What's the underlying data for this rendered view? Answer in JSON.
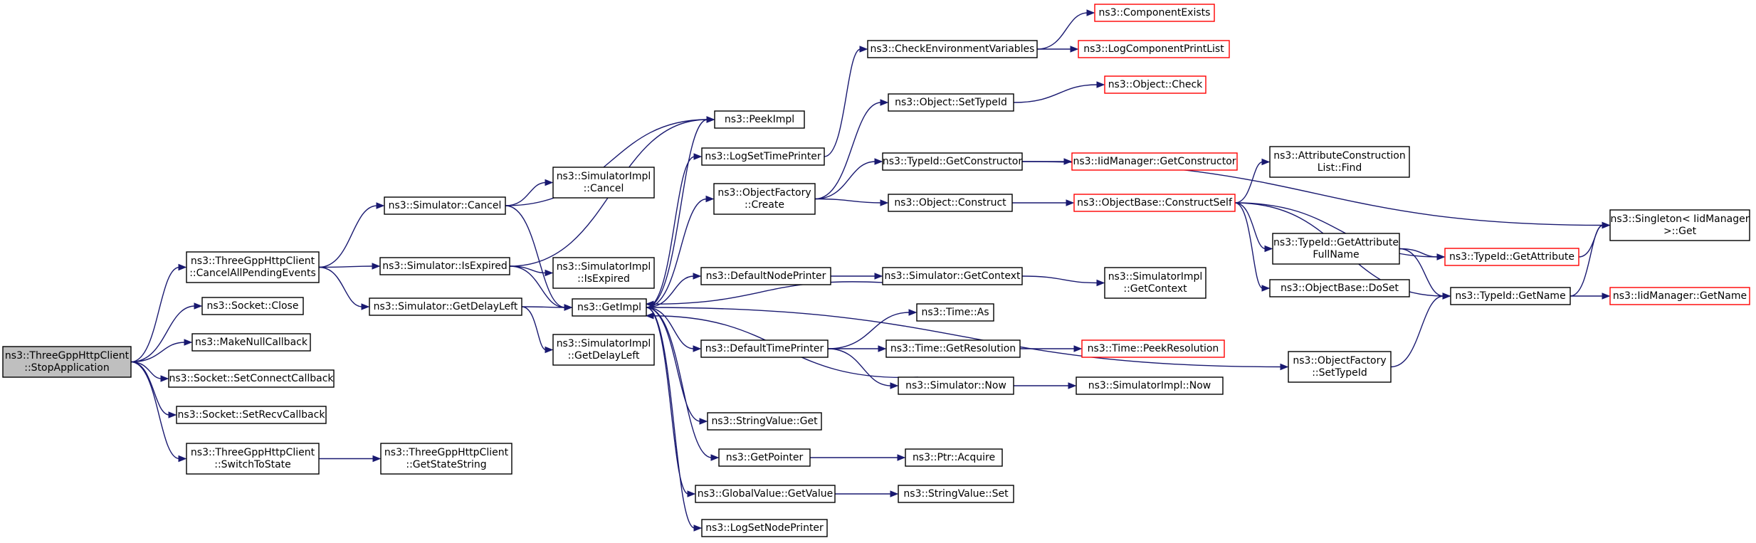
{
  "diagram": {
    "title": "",
    "colors": {
      "edge": "#191970",
      "node_border": "#000000",
      "external_node_border": "#ff0000",
      "root_fill": "#bfbfbf",
      "node_fill": "#ffffff"
    },
    "nodes": [
      {
        "id": "root",
        "lines": [
          "ns3::ThreeGppHttpClient",
          "::StopApplication"
        ],
        "style": "root"
      },
      {
        "id": "cancelAll",
        "lines": [
          "ns3::ThreeGppHttpClient",
          "::CancelAllPendingEvents"
        ],
        "style": "normal"
      },
      {
        "id": "sockClose",
        "lines": [
          "ns3::Socket::Close"
        ],
        "style": "normal"
      },
      {
        "id": "makeNull",
        "lines": [
          "ns3::MakeNullCallback"
        ],
        "style": "normal"
      },
      {
        "id": "setConnect",
        "lines": [
          "ns3::Socket::SetConnectCallback"
        ],
        "style": "normal"
      },
      {
        "id": "setRecv",
        "lines": [
          "ns3::Socket::SetRecvCallback"
        ],
        "style": "normal"
      },
      {
        "id": "switchState",
        "lines": [
          "ns3::ThreeGppHttpClient",
          "::SwitchToState"
        ],
        "style": "normal"
      },
      {
        "id": "simCancel",
        "lines": [
          "ns3::Simulator::Cancel"
        ],
        "style": "normal"
      },
      {
        "id": "simIsExpired",
        "lines": [
          "ns3::Simulator::IsExpired"
        ],
        "style": "normal"
      },
      {
        "id": "simGetDelay",
        "lines": [
          "ns3::Simulator::GetDelayLeft"
        ],
        "style": "normal"
      },
      {
        "id": "getStateString",
        "lines": [
          "ns3::ThreeGppHttpClient",
          "::GetStateString"
        ],
        "style": "normal"
      },
      {
        "id": "implCancel",
        "lines": [
          "ns3::SimulatorImpl",
          "::Cancel"
        ],
        "style": "normal"
      },
      {
        "id": "implIsExpired",
        "lines": [
          "ns3::SimulatorImpl",
          "::IsExpired"
        ],
        "style": "normal"
      },
      {
        "id": "implGetDelay",
        "lines": [
          "ns3::SimulatorImpl",
          "::GetDelayLeft"
        ],
        "style": "normal"
      },
      {
        "id": "getImpl",
        "lines": [
          "ns3::GetImpl"
        ],
        "style": "normal"
      },
      {
        "id": "peekImpl",
        "lines": [
          "ns3::PeekImpl"
        ],
        "style": "normal"
      },
      {
        "id": "logSetTime",
        "lines": [
          "ns3::LogSetTimePrinter"
        ],
        "style": "normal"
      },
      {
        "id": "objFactCreate",
        "lines": [
          "ns3::ObjectFactory",
          "::Create"
        ],
        "style": "normal"
      },
      {
        "id": "defNodePrinter",
        "lines": [
          "ns3::DefaultNodePrinter"
        ],
        "style": "normal"
      },
      {
        "id": "defTimePrinter",
        "lines": [
          "ns3::DefaultTimePrinter"
        ],
        "style": "normal"
      },
      {
        "id": "strValGet",
        "lines": [
          "ns3::StringValue::Get"
        ],
        "style": "normal"
      },
      {
        "id": "getPointer",
        "lines": [
          "ns3::GetPointer"
        ],
        "style": "normal"
      },
      {
        "id": "globalGetValue",
        "lines": [
          "ns3::GlobalValue::GetValue"
        ],
        "style": "normal"
      },
      {
        "id": "logSetNode",
        "lines": [
          "ns3::LogSetNodePrinter"
        ],
        "style": "normal"
      },
      {
        "id": "checkEnv",
        "lines": [
          "ns3::CheckEnvironmentVariables"
        ],
        "style": "normal"
      },
      {
        "id": "objSetTypeId",
        "lines": [
          "ns3::Object::SetTypeId"
        ],
        "style": "normal"
      },
      {
        "id": "typeIdGetCtor",
        "lines": [
          "ns3::TypeId::GetConstructor"
        ],
        "style": "normal"
      },
      {
        "id": "objConstruct",
        "lines": [
          "ns3::Object::Construct"
        ],
        "style": "normal"
      },
      {
        "id": "simGetContext",
        "lines": [
          "ns3::Simulator::GetContext"
        ],
        "style": "normal"
      },
      {
        "id": "timeAs",
        "lines": [
          "ns3::Time::As"
        ],
        "style": "normal"
      },
      {
        "id": "timeGetRes",
        "lines": [
          "ns3::Time::GetResolution"
        ],
        "style": "normal"
      },
      {
        "id": "simNow",
        "lines": [
          "ns3::Simulator::Now"
        ],
        "style": "normal"
      },
      {
        "id": "ptrAcquire",
        "lines": [
          "ns3::Ptr::Acquire"
        ],
        "style": "normal"
      },
      {
        "id": "strValSet",
        "lines": [
          "ns3::StringValue::Set"
        ],
        "style": "normal"
      },
      {
        "id": "compExists",
        "lines": [
          "ns3::ComponentExists"
        ],
        "style": "external"
      },
      {
        "id": "logCompPrint",
        "lines": [
          "ns3::LogComponentPrintList"
        ],
        "style": "external"
      },
      {
        "id": "objCheck",
        "lines": [
          "ns3::Object::Check"
        ],
        "style": "external"
      },
      {
        "id": "iidGetCtor",
        "lines": [
          "ns3::IidManager::GetConstructor"
        ],
        "style": "external"
      },
      {
        "id": "objBaseConstruct",
        "lines": [
          "ns3::ObjectBase::ConstructSelf"
        ],
        "style": "external"
      },
      {
        "id": "implGetContext",
        "lines": [
          "ns3::SimulatorImpl",
          "::GetContext"
        ],
        "style": "normal"
      },
      {
        "id": "timePeekRes",
        "lines": [
          "ns3::Time::PeekResolution"
        ],
        "style": "external"
      },
      {
        "id": "implNow",
        "lines": [
          "ns3::SimulatorImpl::Now"
        ],
        "style": "normal"
      },
      {
        "id": "attrConsFind",
        "lines": [
          "ns3::AttributeConstruction",
          "List::Find"
        ],
        "style": "normal"
      },
      {
        "id": "typeIdGetAttrFull",
        "lines": [
          "ns3::TypeId::GetAttribute",
          "FullName"
        ],
        "style": "normal"
      },
      {
        "id": "objBaseDoSet",
        "lines": [
          "ns3::ObjectBase::DoSet"
        ],
        "style": "normal"
      },
      {
        "id": "objFactSetTypeId",
        "lines": [
          "ns3::ObjectFactory",
          "::SetTypeId"
        ],
        "style": "normal"
      },
      {
        "id": "typeIdGetAttr",
        "lines": [
          "ns3::TypeId::GetAttribute"
        ],
        "style": "external"
      },
      {
        "id": "typeIdGetName",
        "lines": [
          "ns3::TypeId::GetName"
        ],
        "style": "normal"
      },
      {
        "id": "singletonGet",
        "lines": [
          "ns3::Singleton< IidManager",
          " >::Get"
        ],
        "style": "normal"
      },
      {
        "id": "iidGetName",
        "lines": [
          "ns3::IidManager::GetName"
        ],
        "style": "external"
      }
    ],
    "edges": [
      [
        "root",
        "cancelAll"
      ],
      [
        "root",
        "sockClose"
      ],
      [
        "root",
        "makeNull"
      ],
      [
        "root",
        "setConnect"
      ],
      [
        "root",
        "setRecv"
      ],
      [
        "root",
        "switchState"
      ],
      [
        "cancelAll",
        "simCancel"
      ],
      [
        "cancelAll",
        "simIsExpired"
      ],
      [
        "cancelAll",
        "simGetDelay"
      ],
      [
        "switchState",
        "getStateString"
      ],
      [
        "simCancel",
        "peekImpl"
      ],
      [
        "simCancel",
        "implCancel"
      ],
      [
        "simCancel",
        "getImpl"
      ],
      [
        "simIsExpired",
        "peekImpl"
      ],
      [
        "simIsExpired",
        "implIsExpired"
      ],
      [
        "simIsExpired",
        "getImpl"
      ],
      [
        "simGetDelay",
        "getImpl"
      ],
      [
        "simGetDelay",
        "implGetDelay"
      ],
      [
        "getImpl",
        "peekImpl"
      ],
      [
        "getImpl",
        "logSetTime"
      ],
      [
        "getImpl",
        "objFactCreate"
      ],
      [
        "getImpl",
        "defNodePrinter"
      ],
      [
        "getImpl",
        "defTimePrinter"
      ],
      [
        "getImpl",
        "strValGet"
      ],
      [
        "getImpl",
        "getPointer"
      ],
      [
        "getImpl",
        "globalGetValue"
      ],
      [
        "getImpl",
        "logSetNode"
      ],
      [
        "getImpl",
        "objFactSetTypeId"
      ],
      [
        "logSetTime",
        "checkEnv"
      ],
      [
        "objFactCreate",
        "objSetTypeId"
      ],
      [
        "objFactCreate",
        "typeIdGetCtor"
      ],
      [
        "objFactCreate",
        "objConstruct"
      ],
      [
        "defNodePrinter",
        "simGetContext"
      ],
      [
        "defTimePrinter",
        "timeAs"
      ],
      [
        "defTimePrinter",
        "timeGetRes"
      ],
      [
        "defTimePrinter",
        "simNow"
      ],
      [
        "getPointer",
        "ptrAcquire"
      ],
      [
        "globalGetValue",
        "strValSet"
      ],
      [
        "checkEnv",
        "compExists"
      ],
      [
        "checkEnv",
        "logCompPrint"
      ],
      [
        "objSetTypeId",
        "objCheck"
      ],
      [
        "typeIdGetCtor",
        "iidGetCtor"
      ],
      [
        "typeIdGetCtor",
        "singletonGet"
      ],
      [
        "objConstruct",
        "objBaseConstruct"
      ],
      [
        "simGetContext",
        "getImpl"
      ],
      [
        "simGetContext",
        "implGetContext"
      ],
      [
        "timeGetRes",
        "timePeekRes"
      ],
      [
        "simNow",
        "getImpl"
      ],
      [
        "simNow",
        "implNow"
      ],
      [
        "objBaseConstruct",
        "attrConsFind"
      ],
      [
        "objBaseConstruct",
        "typeIdGetAttr"
      ],
      [
        "objBaseConstruct",
        "typeIdGetAttrFull"
      ],
      [
        "objBaseConstruct",
        "objBaseDoSet"
      ],
      [
        "objBaseConstruct",
        "typeIdGetName"
      ],
      [
        "typeIdGetAttrFull",
        "typeIdGetAttr"
      ],
      [
        "typeIdGetAttrFull",
        "typeIdGetName"
      ],
      [
        "objFactSetTypeId",
        "typeIdGetName"
      ],
      [
        "typeIdGetAttr",
        "singletonGet"
      ],
      [
        "typeIdGetName",
        "singletonGet"
      ],
      [
        "typeIdGetName",
        "iidGetName"
      ]
    ]
  }
}
